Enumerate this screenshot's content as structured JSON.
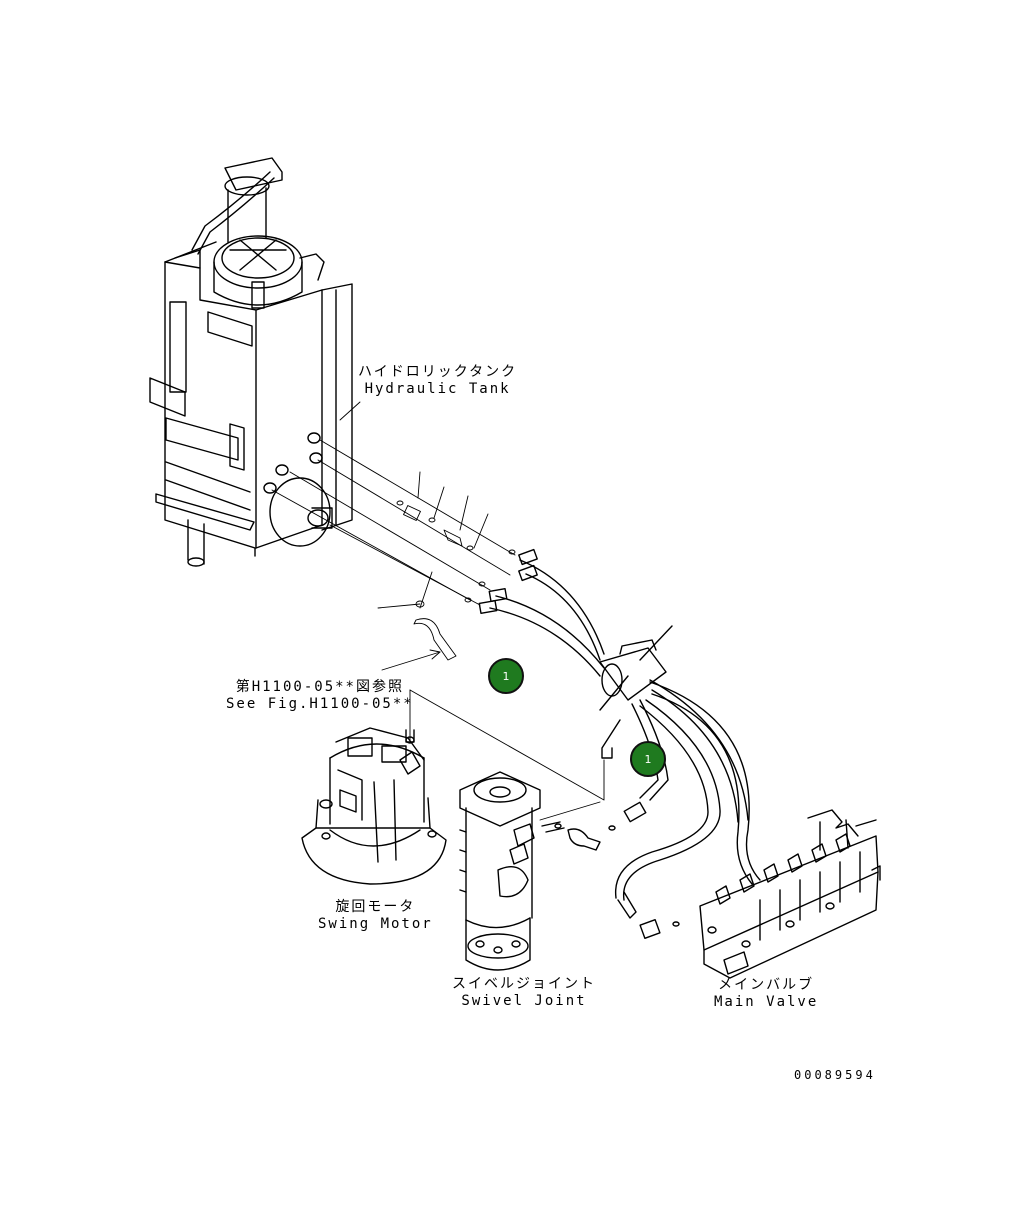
{
  "labels": {
    "hydraulic_tank": {
      "jp": "ハイドロリックタンク",
      "en": "Hydraulic Tank"
    },
    "see_fig": {
      "jp": "第H1100-05**図参照",
      "en": "See Fig.H1100-05**"
    },
    "swing_motor": {
      "jp": "旋回モータ",
      "en": "Swing Motor"
    },
    "swivel_joint": {
      "jp": "スイベルジョイント",
      "en": "Swivel Joint"
    },
    "main_valve": {
      "jp": "メインバルブ",
      "en": "Main Valve"
    }
  },
  "callouts": [
    "1",
    "1"
  ],
  "figure_number": "00089594",
  "colors": {
    "callout_fill": "#1f7a1f",
    "line": "#000000"
  }
}
